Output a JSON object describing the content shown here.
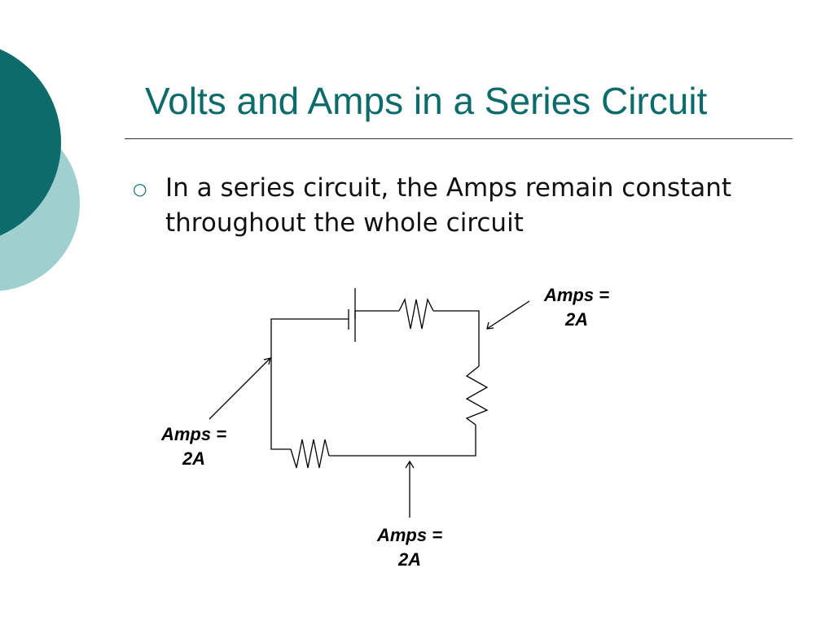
{
  "slide": {
    "title": "Volts and Amps in a Series Circuit",
    "bullet_icon": "hollow-circle-icon",
    "bullet_text": "In a series circuit, the Amps remain constant throughout the whole circuit"
  },
  "theme": {
    "accent_dark": "#0d6b6b",
    "accent_light": "#9fcfcf",
    "text": "#111111"
  },
  "diagram": {
    "labels": [
      {
        "line1": "Amps =",
        "line2": "2A"
      },
      {
        "line1": "Amps =",
        "line2": "2A"
      },
      {
        "line1": "Amps =",
        "line2": "2A"
      }
    ]
  }
}
